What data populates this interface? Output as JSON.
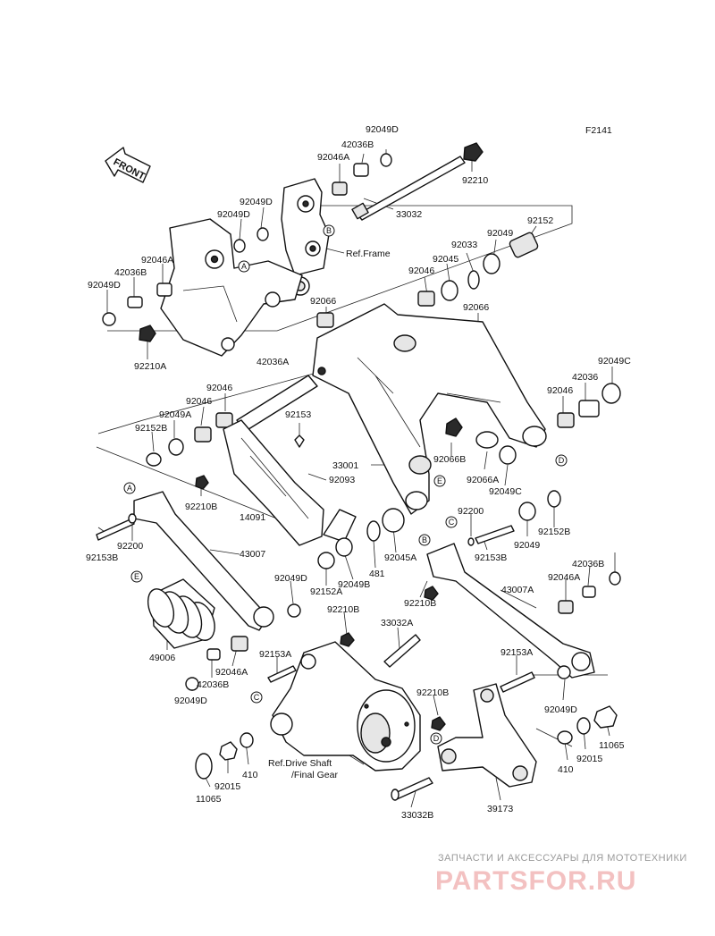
{
  "figure_code": "F2141",
  "front_label": "FRONT",
  "refs": {
    "frame": "Ref.Frame",
    "drive_line1": "Ref.Drive Shaft",
    "drive_line2": "/Final Gear"
  },
  "callouts": [
    "A",
    "B",
    "A",
    "B",
    "C",
    "D",
    "E",
    "E",
    "C",
    "D"
  ],
  "labels": [
    "92049D",
    "42036B",
    "92046A",
    "92210",
    "33032",
    "92049D",
    "92049D",
    "92152",
    "92049",
    "92033",
    "92045",
    "92046",
    "92046A",
    "42036B",
    "92049D",
    "92066",
    "92066",
    "92210A",
    "42036A",
    "92049C",
    "92046",
    "42036",
    "92046",
    "92046",
    "92049A",
    "92153",
    "92152B",
    "92066B",
    "33001",
    "92093",
    "92066A",
    "92049C",
    "92210B",
    "14091",
    "92200",
    "92049",
    "92152B",
    "92153B",
    "92200",
    "43007",
    "92049D",
    "481",
    "92045A",
    "92153B",
    "42036B",
    "92152A",
    "92049B",
    "92210B",
    "92046A",
    "43007A",
    "49006",
    "92210B",
    "33032A",
    "92153A",
    "92046A",
    "42036B",
    "92049D",
    "92153A",
    "92049D",
    "92210B",
    "410",
    "92015",
    "11065",
    "410",
    "92015",
    "11065",
    "39173",
    "33032B"
  ],
  "watermark": {
    "line1": "ЗАПЧАСТИ И АКСЕССУАРЫ ДЛЯ МОТОТЕХНИКИ",
    "line2": "PARTSFOR.RU"
  }
}
